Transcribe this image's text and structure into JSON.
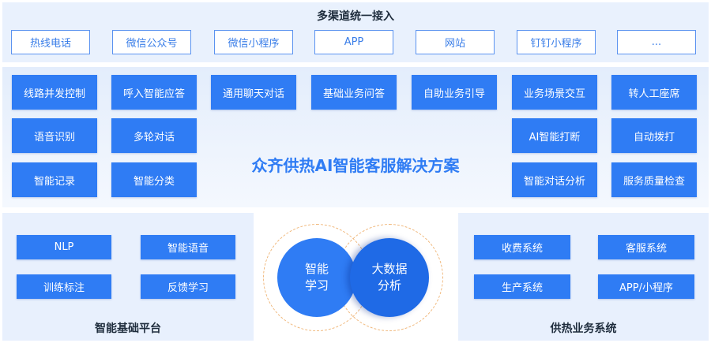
{
  "access": {
    "title": "多渠道统一接入",
    "channels": [
      "热线电话",
      "微信公众号",
      "微信小程序",
      "APP",
      "网站",
      "钉钉小程序",
      "..."
    ]
  },
  "solution": {
    "title": "众齐供热AI智能客服解决方案",
    "row1": [
      "线路并发控制",
      "呼入智能应答",
      "通用聊天对话",
      "基础业务问答",
      "自助业务引导",
      "业务场景交互",
      "转人工座席"
    ],
    "left_col_row2": [
      "语音识别",
      "多轮对话"
    ],
    "left_col_row3": [
      "智能记录",
      "智能分类"
    ],
    "right_col_row2": [
      "AI智能打断",
      "自动拨打"
    ],
    "right_col_row3": [
      "智能对话分析",
      "服务质量检查"
    ]
  },
  "platform": {
    "title": "智能基础平台",
    "items": [
      "NLP",
      "智能语音",
      "训练标注",
      "反馈学习"
    ]
  },
  "core": {
    "left_line1": "智能",
    "left_line2": "学习",
    "right_line1": "大数据",
    "right_line2": "分析"
  },
  "business": {
    "title": "供热业务系统",
    "items": [
      "收费系统",
      "客服系统",
      "生产系统",
      "APP/小程序"
    ]
  }
}
